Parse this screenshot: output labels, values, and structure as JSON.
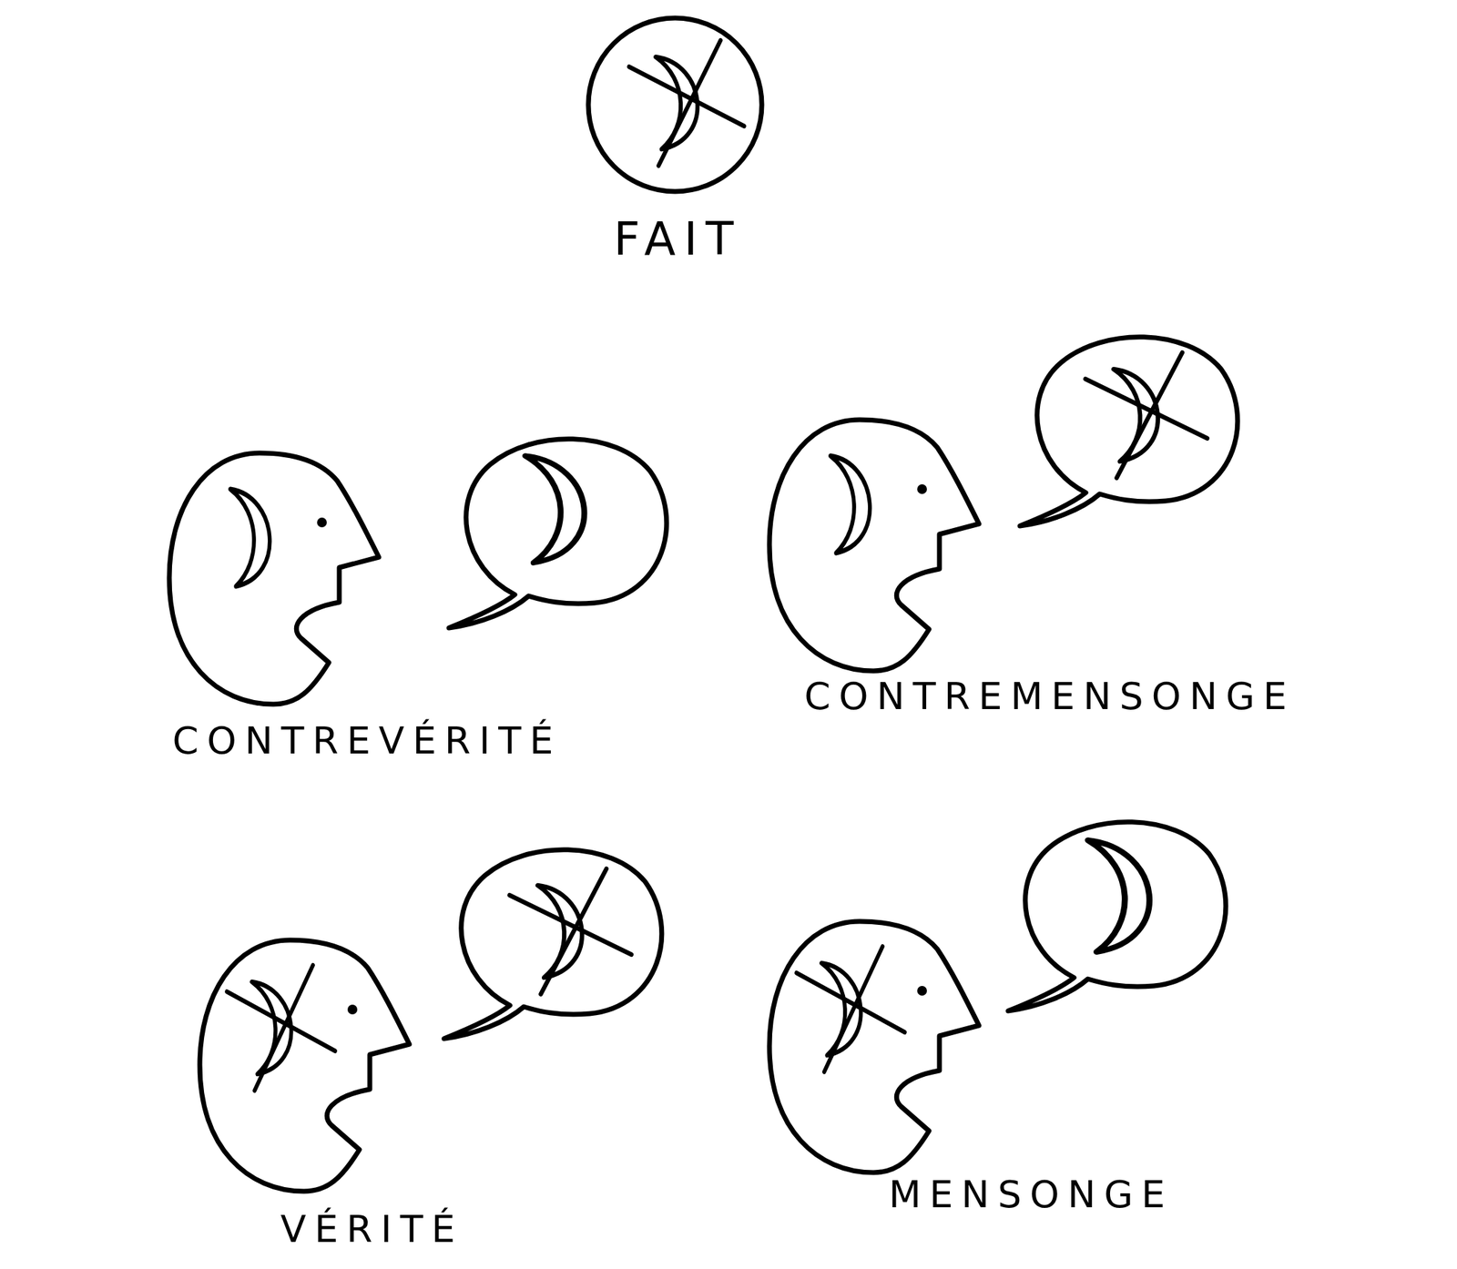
{
  "diagram": {
    "labels": [
      "FAIT",
      "CONTREVÉRITÉ",
      "CONTREMENSONGE",
      "VÉRITÉ",
      "MENSONGE"
    ]
  }
}
